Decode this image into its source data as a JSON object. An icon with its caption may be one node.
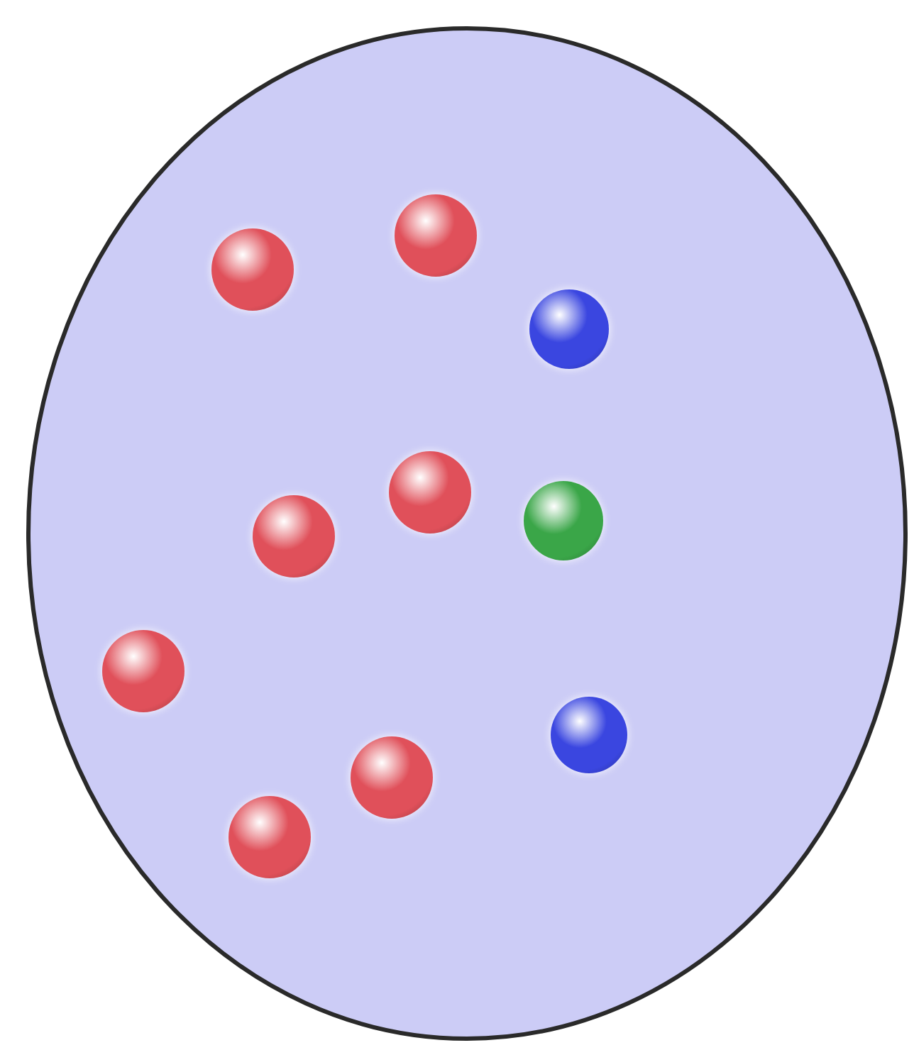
{
  "diagram": {
    "nodes": [
      {
        "text": [],
        "shape": "circle"
      },
      {
        "text": [],
        "shape": "circle",
        "in": 0
      },
      {
        "text": [],
        "shape": "circle",
        "in": 0
      },
      {
        "text": [],
        "shape": "circle",
        "in": 0
      },
      {
        "text": [],
        "shape": "circle",
        "in": 0
      },
      {
        "text": [],
        "shape": "circle",
        "in": 0
      },
      {
        "text": [],
        "shape": "circle",
        "in": 0
      },
      {
        "text": [],
        "shape": "circle",
        "in": 0
      },
      {
        "text": [],
        "shape": "circle",
        "in": 0
      },
      {
        "text": [],
        "shape": "circle",
        "in": 0
      },
      {
        "text": [],
        "shape": "circle",
        "in": 0
      }
    ]
  }
}
